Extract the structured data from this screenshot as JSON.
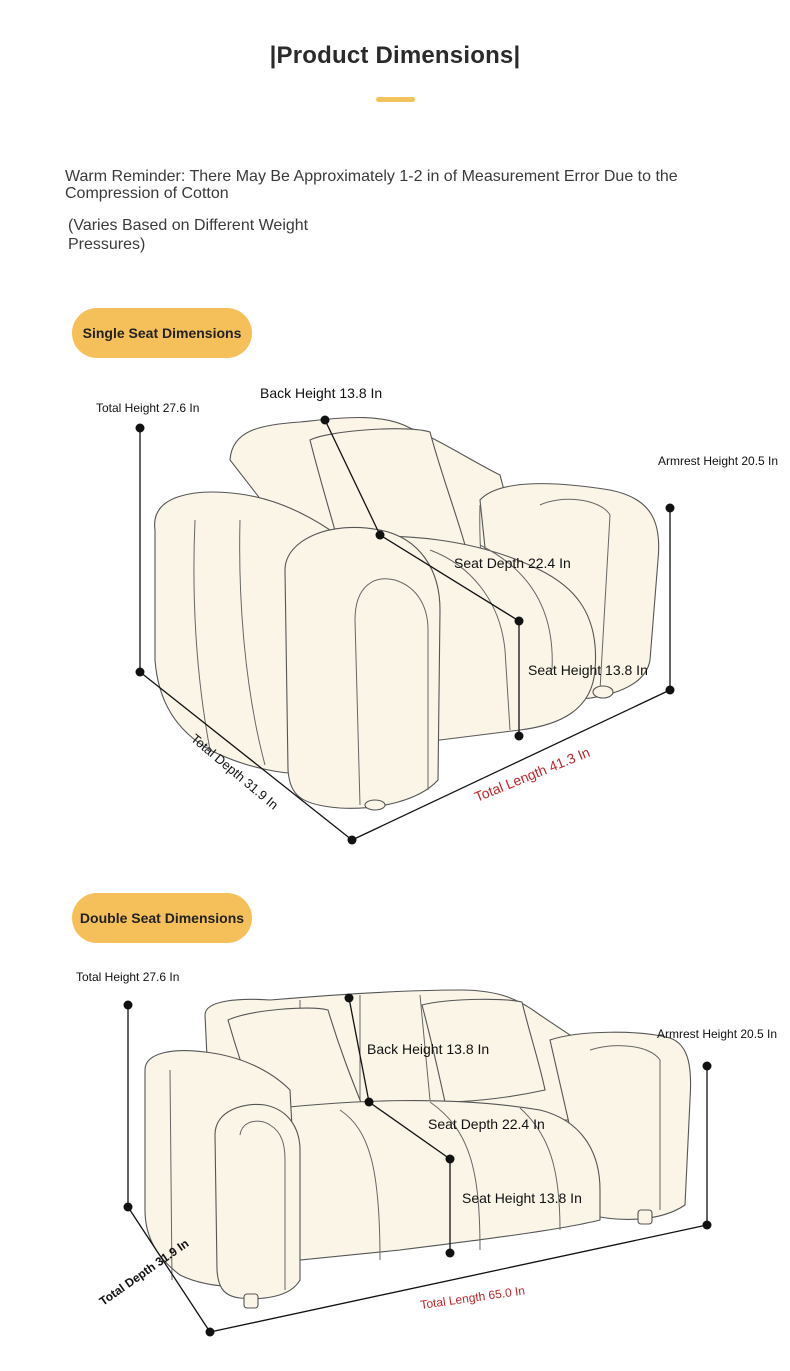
{
  "header": {
    "title": "|Product Dimensions|"
  },
  "reminder": {
    "text": "Warm Reminder: There May Be Approximately 1-2 in of Measurement Error Due to the Compression of Cotton",
    "note": "(Varies Based on Different Weight Pressures)"
  },
  "single": {
    "heading": "Single Seat Dimensions",
    "total_height": "Total Height 27.6 In",
    "back_height": "Back Height 13.8 In",
    "armrest_height": "Armrest Height 20.5 In",
    "seat_depth": "Seat Depth 22.4 In",
    "seat_height": "Seat Height 13.8 In",
    "total_depth": "Total Depth 31.9 In",
    "total_length": "Total Length 41.3 In"
  },
  "double": {
    "heading": "Double Seat Dimensions",
    "total_height": "Total Height 27.6 In",
    "back_height": "Back Height 13.8 In",
    "armrest_height": "Armrest Height 20.5 In",
    "seat_depth": "Seat Depth 22.4 In",
    "seat_height": "Seat Height 13.8 In",
    "total_depth": "Total Depth 31.9 In",
    "total_length": "Total Length 65.0 In"
  },
  "colors": {
    "accent": "#f5c05a",
    "highlight_text": "#c0262b",
    "sofa_fill": "#fbf5e8"
  }
}
